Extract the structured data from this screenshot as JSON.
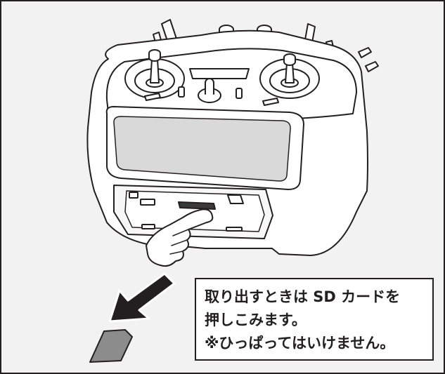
{
  "callout": {
    "lines": [
      "取り出すときは SD カードを",
      "押しこみます。",
      "※ひっぱってはいけません。"
    ]
  },
  "colors": {
    "frame_background": "#f2f2f2",
    "outline": "#231f20",
    "body_fill": "#ffffff",
    "screen_fill": "#d9d9d9",
    "sd_card_fill": "#8c8c8c",
    "arrow_fill": "#231f20"
  },
  "icons": [
    "rc-transmitter",
    "pointing-hand-icon",
    "arrow-down-left-icon",
    "sd-card-icon"
  ]
}
